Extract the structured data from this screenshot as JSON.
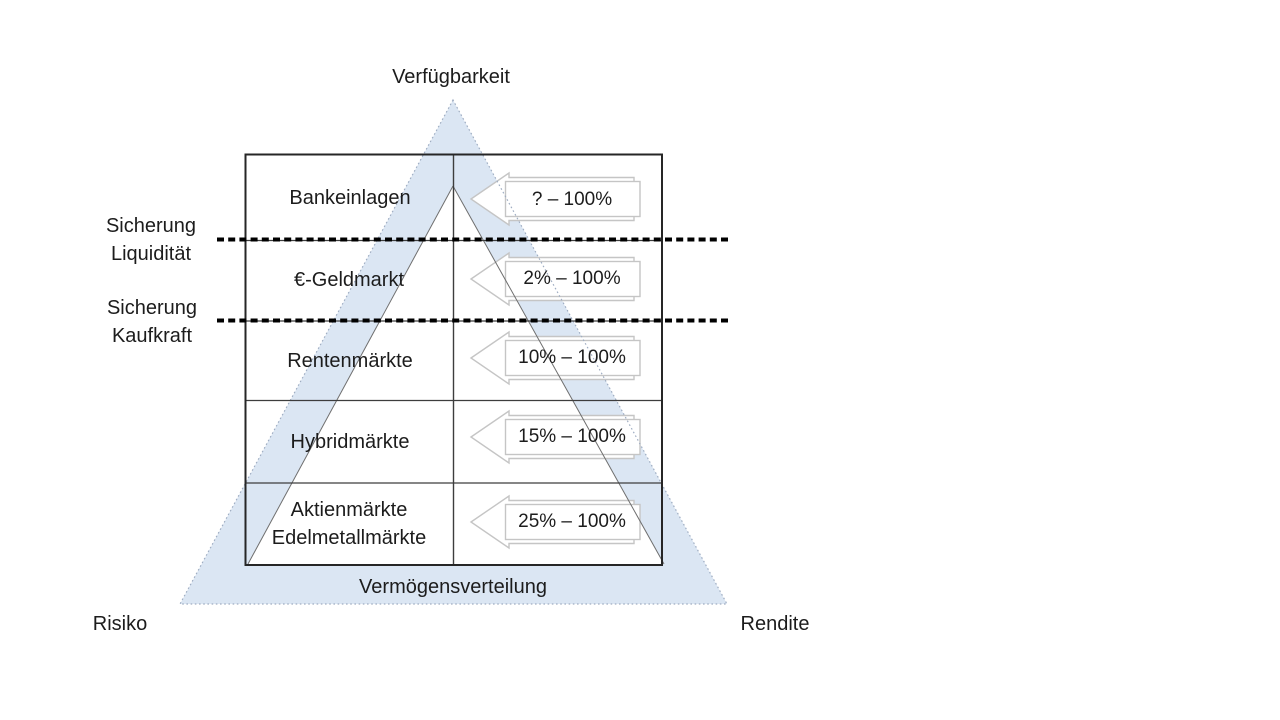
{
  "diagram": {
    "top_label": "Verfügbarkeit",
    "bottom_label": "Vermögensverteilung",
    "risk_label": "Risiko",
    "return_label": "Rendite",
    "dividers": [
      {
        "label": "Sicherung\nLiquidität"
      },
      {
        "label": "Sicherung\nKaufkraft"
      }
    ],
    "rows": [
      {
        "market": "Bankeinlagen",
        "allocation": "? – 100%"
      },
      {
        "market": "€-Geldmarkt",
        "allocation": "2% – 100%"
      },
      {
        "market": "Rentenmärkte",
        "allocation": "10% – 100%"
      },
      {
        "market": "Hybridmärkte",
        "allocation": "15% – 100%"
      },
      {
        "market": "Aktienmärkte\nEdelmetallmärkte",
        "allocation": "25% – 100%"
      }
    ],
    "colors": {
      "pyramid_fill": "#dbe6f3",
      "pyramid_border": "#9fadc2",
      "inner_line": "#6f6f6f",
      "arrow_outline": "#c5c5c5",
      "table_border": "#262626",
      "dashed_line": "#000000",
      "text": "#1c1c1c"
    }
  }
}
